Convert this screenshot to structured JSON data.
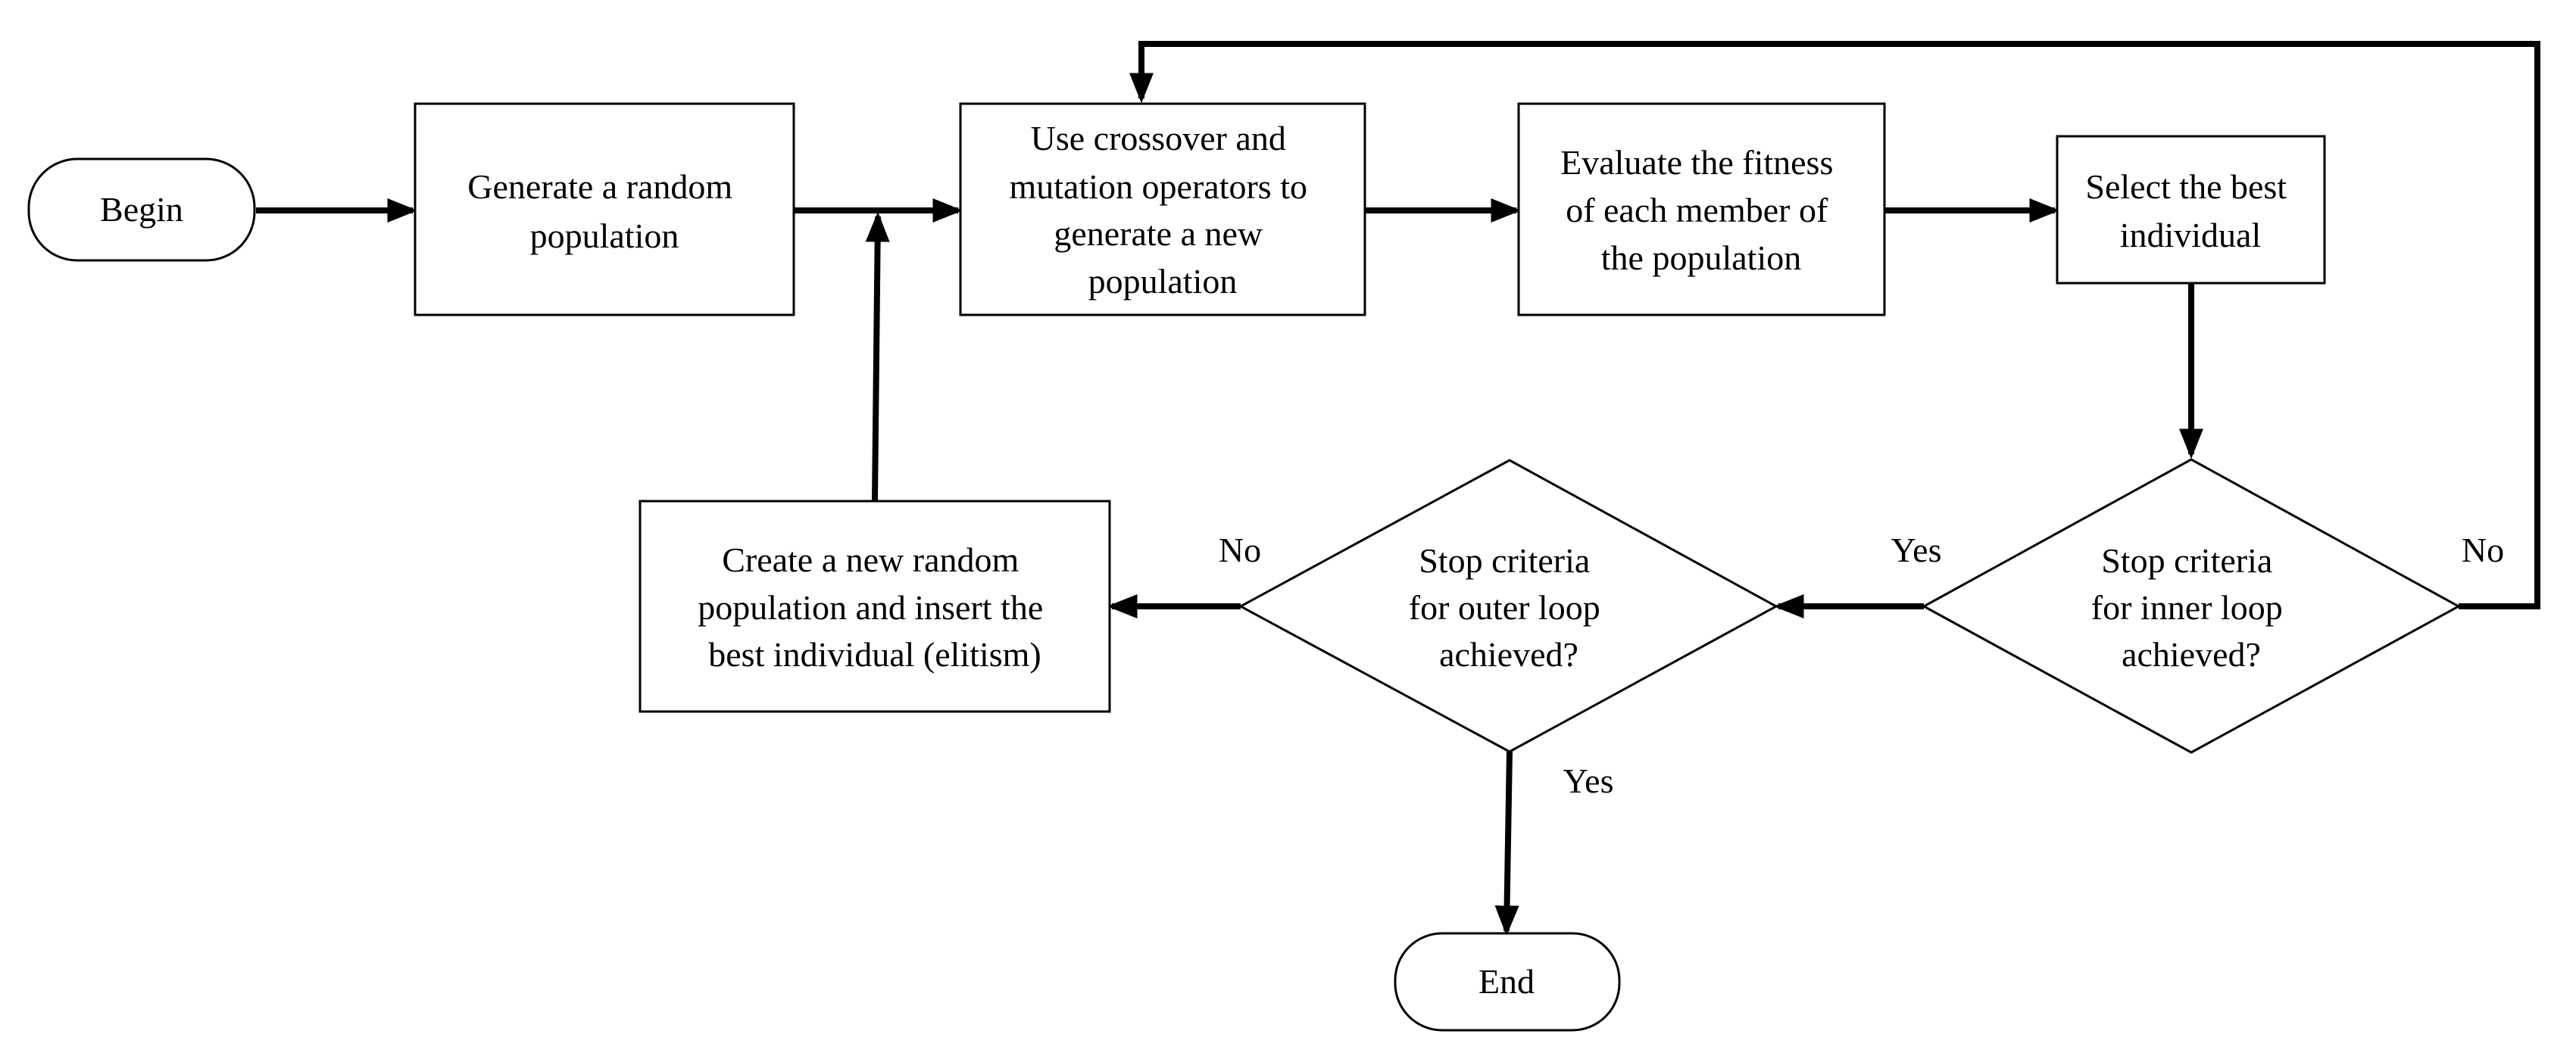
{
  "nodes": {
    "begin": [
      "Begin"
    ],
    "generate": [
      "Generate a random",
      "population"
    ],
    "crossover": [
      "Use crossover and",
      "mutation operators to",
      "generate a new",
      "population"
    ],
    "evaluate": [
      "Evaluate the fitness",
      "of each member of",
      "the population"
    ],
    "select": [
      "Select the best",
      "individual"
    ],
    "inner_decision": [
      "Stop criteria",
      "for inner loop",
      "achieved?"
    ],
    "outer_decision": [
      "Stop criteria",
      "for outer loop",
      "achieved?"
    ],
    "new_random": [
      "Create a new random",
      "population and insert the",
      "best individual (elitism)"
    ],
    "end": [
      "End"
    ]
  },
  "edge_labels": {
    "inner_yes": "Yes",
    "inner_no": "No",
    "outer_no": "No",
    "outer_yes": "Yes"
  }
}
